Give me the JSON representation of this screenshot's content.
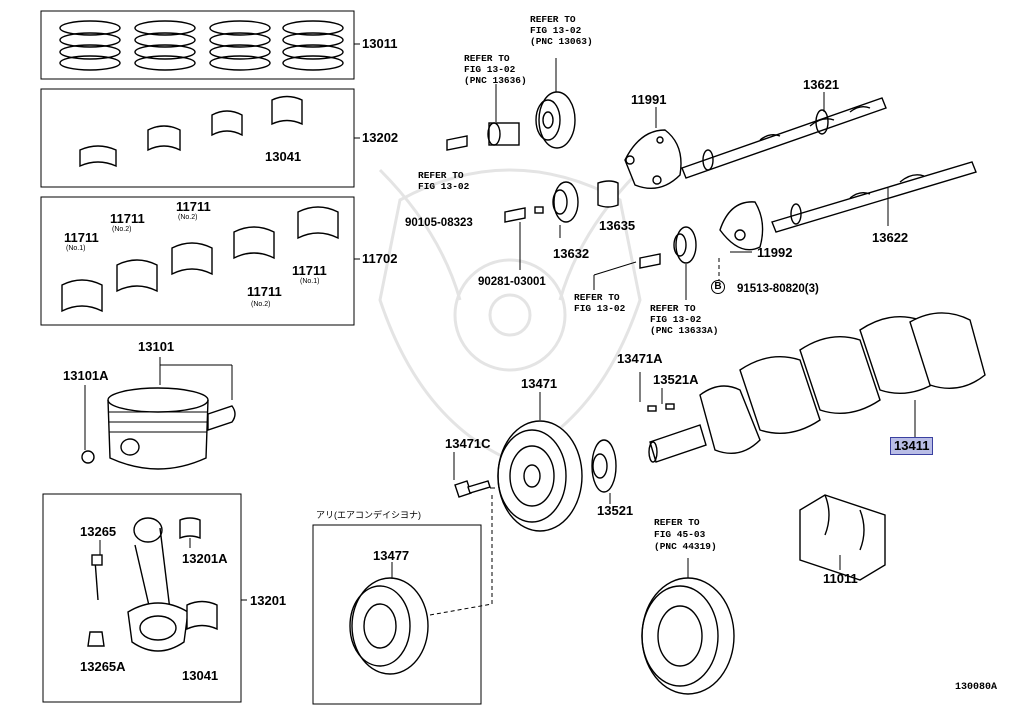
{
  "diagram": {
    "figure_id": "130080A",
    "japanese_note": "アリ(エアコンデイシヨナ)",
    "highlighted_part": "13411",
    "highlight_color": "#b9bde6",
    "parts": {
      "p13011": "13011",
      "p13202": "13202",
      "p13041a": "13041",
      "p11702": "11702",
      "p11711a": "11711",
      "p11711a_note": "(No.1)",
      "p11711b": "11711",
      "p11711b_note": "(No.2)",
      "p11711c": "11711",
      "p11711c_note": "(No.2)",
      "p11711d": "11711",
      "p11711d_note": "(No.2)",
      "p11711e": "11711",
      "p11711e_note": "(No.1)",
      "p13101": "13101",
      "p13101A": "13101A",
      "p13265": "13265",
      "p13201A": "13201A",
      "p13201": "13201",
      "p13265A": "13265A",
      "p13041b": "13041",
      "p11991": "11991",
      "p13621": "13621",
      "p13622": "13622",
      "p11992": "11992",
      "p91513": "91513-80820(3)",
      "p91513_mark": "B",
      "p90105": "90105-08323",
      "p13632": "13632",
      "p13635": "13635",
      "p90281": "90281-03001",
      "p13471A": "13471A",
      "p13521A": "13521A",
      "p13471": "13471",
      "p13471C": "13471C",
      "p13521": "13521",
      "p13411": "13411",
      "p11011": "11011",
      "p13477": "13477"
    },
    "refs": {
      "r1_l1": "REFER TO",
      "r1_l2": "FIG 13-02",
      "r1_l3": "(PNC 13063)",
      "r2_l1": "REFER TO",
      "r2_l2": "FIG 13-02",
      "r2_l3": "(PNC 13636)",
      "r3_l1": "REFER TO",
      "r3_l2": "FIG 13-02",
      "r4_l1": "REFER TO",
      "r4_l2": "FIG 13-02",
      "r5_l1": "REFER TO",
      "r5_l2": "FIG 13-02",
      "r5_l3": "(PNC 13633A)",
      "r6_l1": "REFER TO",
      "r6_l2": "FIG 45-03",
      "r6_l3": "(PNC 44319)"
    }
  }
}
